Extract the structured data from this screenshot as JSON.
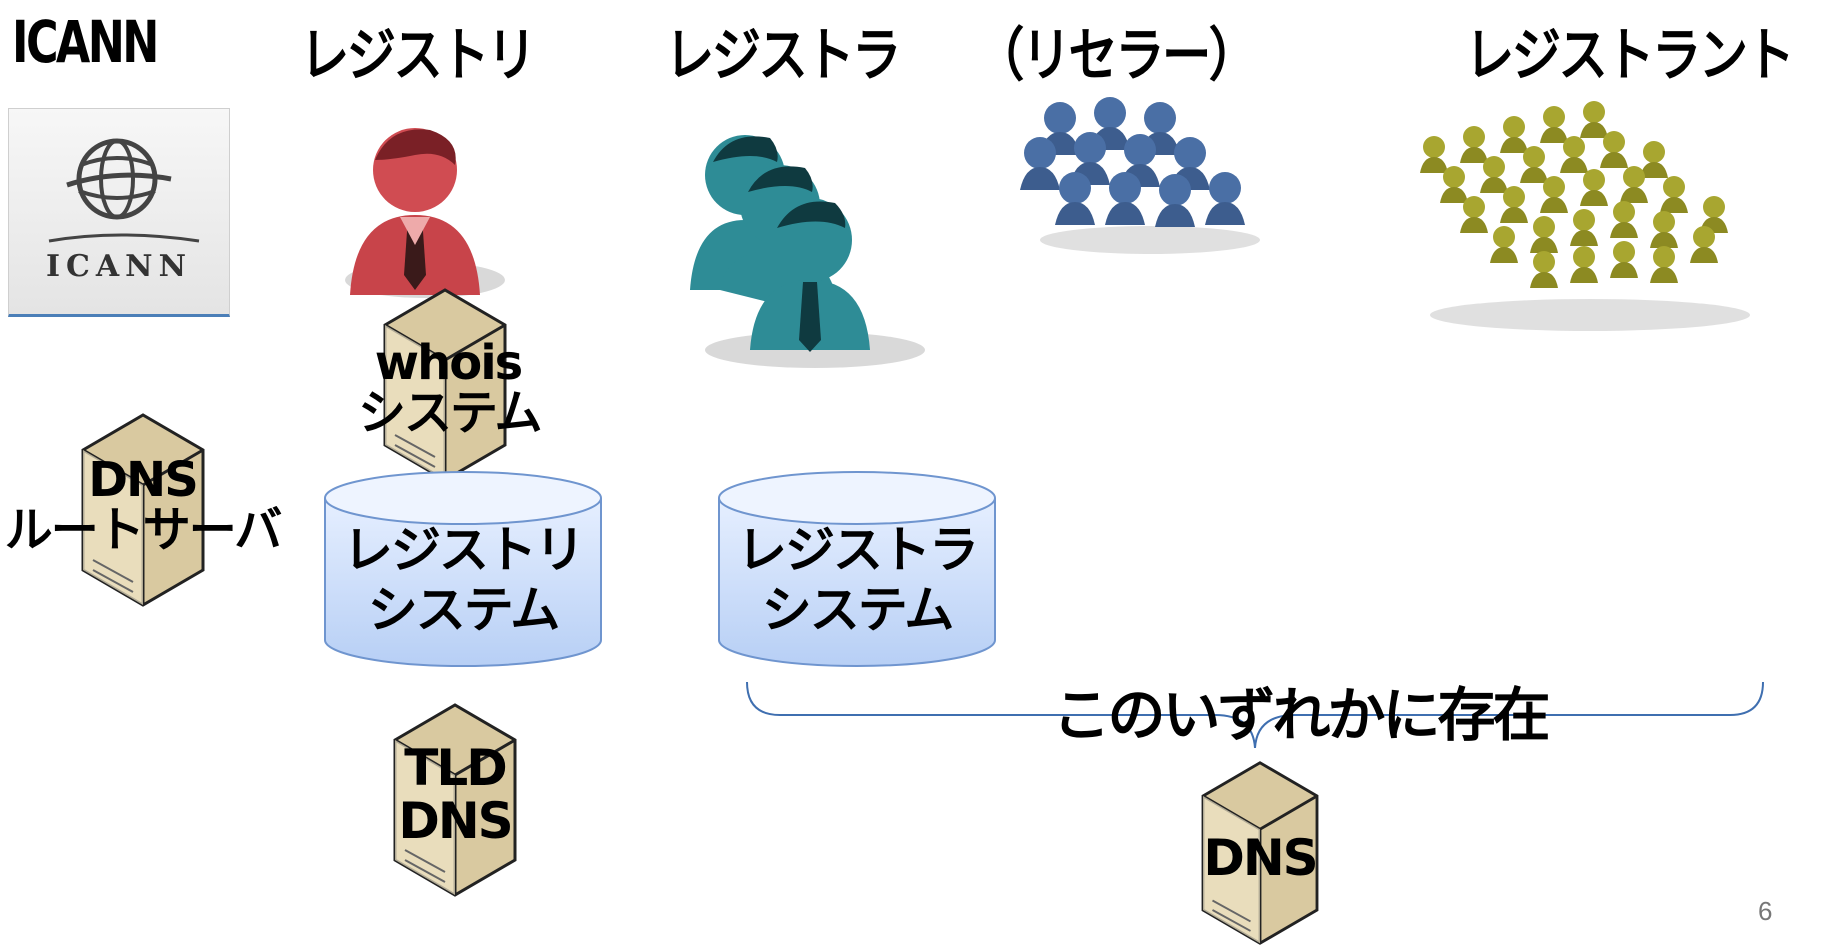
{
  "headers": {
    "icann": "ICANN",
    "registry": "レジストリ",
    "registrar": "レジストラ",
    "reseller": "（リセラー）",
    "registrant": "レジストラント"
  },
  "logo": {
    "text": "ICANN"
  },
  "servers": {
    "whois": {
      "line1": "whois",
      "line2": "システム"
    },
    "root_dns": {
      "line1": "DNS",
      "line2": "ルートサーバ"
    },
    "tld_dns": {
      "line1": "TLD",
      "line2": "DNS"
    },
    "dns": {
      "line1": "DNS"
    }
  },
  "databases": {
    "registry_system": {
      "line1": "レジストリ",
      "line2": "システム"
    },
    "registrar_system": {
      "line1": "レジストラ",
      "line2": "システム"
    }
  },
  "brace_label": "このいずれかに存在",
  "page_number": "6",
  "colors": {
    "registry_person": "#c8444a",
    "registrar_person": "#2e8c96",
    "reseller_person": "#4a6fa5",
    "registrant_person": "#a8a630",
    "server_body": "#d9c9a0",
    "db_fill_top": "#e6efff",
    "db_fill_bottom": "#b7cff5",
    "brace": "#3f6fb0"
  }
}
